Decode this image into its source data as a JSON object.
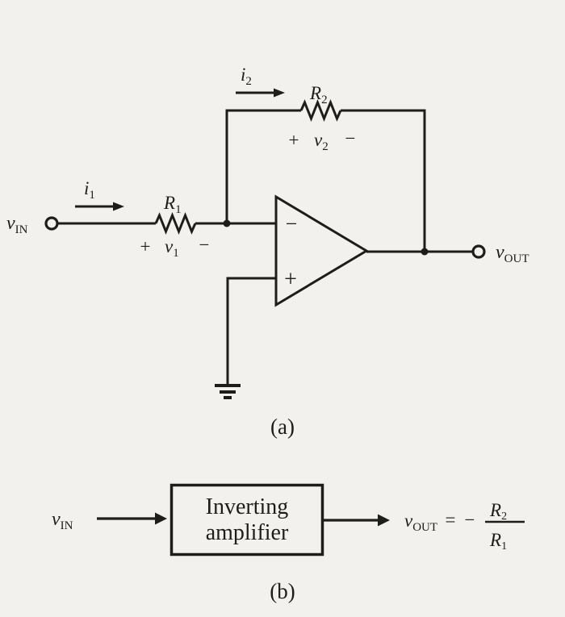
{
  "colors": {
    "background": "#f2f1ee",
    "ink": "#1d1d1b"
  },
  "part_a": {
    "caption": "(a)",
    "vin": {
      "base": "v",
      "sub": "IN"
    },
    "vout": {
      "base": "v",
      "sub": "OUT"
    },
    "i1": {
      "base": "i",
      "sub": "1"
    },
    "i2": {
      "base": "i",
      "sub": "2"
    },
    "r1": {
      "base": "R",
      "sub": "1"
    },
    "r2": {
      "base": "R",
      "sub": "2"
    },
    "v1": {
      "plus": "+",
      "base": "v",
      "sub": "1",
      "minus": "−"
    },
    "v2": {
      "plus": "+",
      "base": "v",
      "sub": "2",
      "minus": "−"
    },
    "opamp": {
      "inverting_input": "−",
      "noninverting_input": "+"
    }
  },
  "part_b": {
    "caption": "(b)",
    "vin": {
      "base": "v",
      "sub": "IN"
    },
    "block": {
      "line1": "Inverting",
      "line2": "amplifier"
    },
    "formula": {
      "base": "v",
      "sub": "OUT",
      "equals": "=",
      "sign": "−",
      "num_base": "R",
      "num_sub": "2",
      "den_base": "R",
      "den_sub": "1"
    }
  }
}
